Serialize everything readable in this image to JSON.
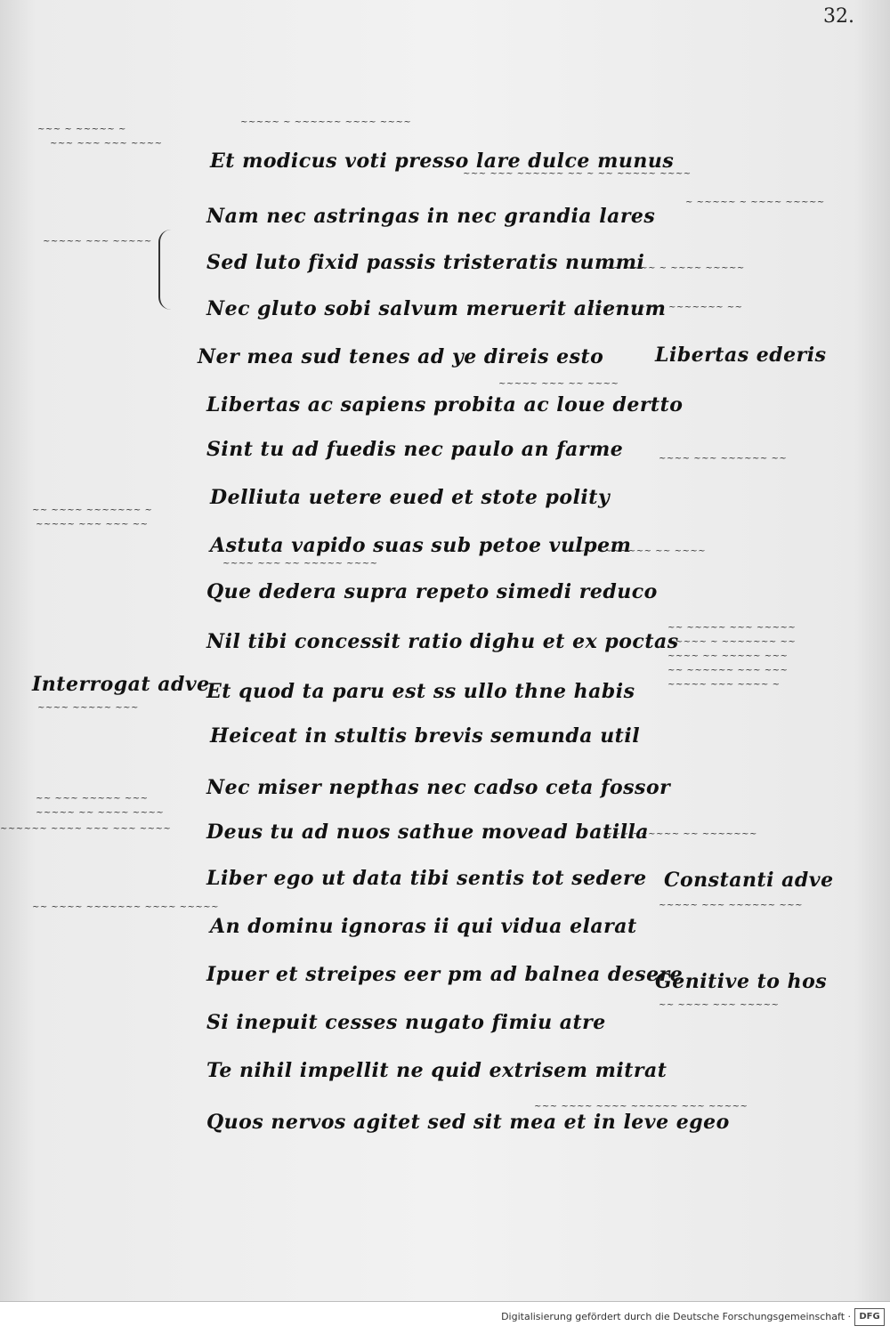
{
  "folio": "32.",
  "main_lines": [
    "Et modicus voti presso lare dulce munus",
    "Nam nec astringas in nec grandia lares",
    "Sed luto fixid passis tristeratis nummi",
    "Nec gluto sobi salvum meruerit alienum",
    "Ner mea sud tenes ad ye direis esto",
    "Libertas ac sapiens probita ac loue dertto",
    "Sint tu ad fuedis nec paulo an farme",
    "Delliuta uetere eued et stote polity",
    "Astuta vapido suas sub petoe vulpem",
    "Que dedera supra repeto simedi reduco",
    "Nil tibi concessit ratio dighu et ex poctas",
    "Et quod ta paru est ss ullo thne habis",
    "Heiceat in stultis brevis semunda util",
    "Nec miser nepthas nec cadso ceta fossor",
    "Deus tu ad nuos sathue movead batilla",
    "Liber ego ut data tibi sentis tot sedere",
    "An dominu ignoras ii qui vidua elarat",
    "Ipuer et streipes eer pm ad balnea desere",
    "Si inepuit cesses nugato fimiu atre",
    "Te nihil impellit ne quid extrisem mitrat",
    "Quos nervos agitet sed sit mea et in leve egeo"
  ],
  "margin_headings": {
    "right_1": "Libertas ederis",
    "left_1": "Interrogat adve",
    "right_2": "Constanti adve",
    "right_3": "Genitive to hos"
  },
  "footer": {
    "text": "Digitalisierung gefördert durch die Deutsche Forschungsgemeinschaft ·",
    "logo": "DFG"
  }
}
